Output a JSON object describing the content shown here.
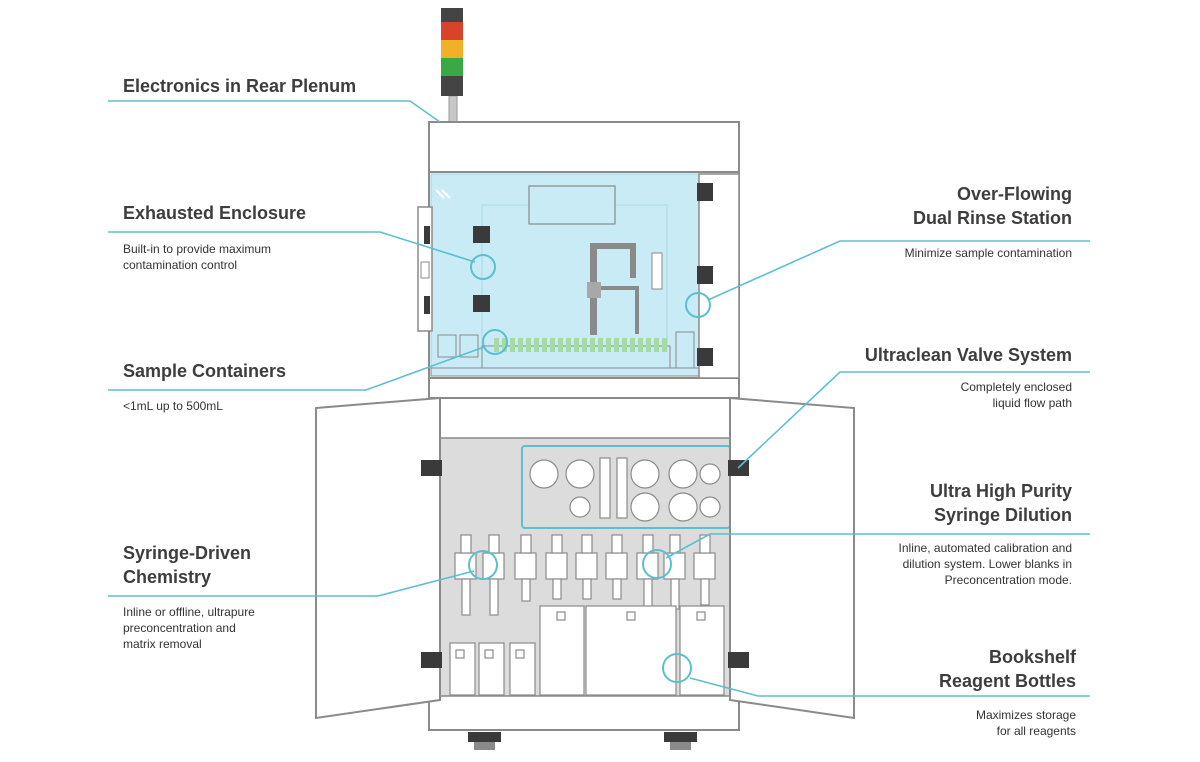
{
  "colors": {
    "accent": "#5bbfcf",
    "outline": "#8a8a8a",
    "panel_fill": "#dcdcdc",
    "enclosure_glass": "#c9ebf5",
    "dark_part": "#3a3a3a",
    "beacon_red": "#d9432b",
    "beacon_amber": "#f0b129",
    "beacon_green": "#3aa845",
    "text": "#3d3d3d"
  },
  "callouts": {
    "rear_plenum": {
      "title": "Electronics in Rear Plenum",
      "desc": ""
    },
    "exhausted_enclosure": {
      "title": "Exhausted Enclosure",
      "desc": "Built-in to provide maximum\ncontamination control"
    },
    "sample_containers": {
      "title": "Sample Containers",
      "desc": "<1mL up to 500mL"
    },
    "syringe_chemistry": {
      "title": "Syringe-Driven\nChemistry",
      "desc": "Inline or offline, ultrapure\npreconcentration and\nmatrix removal"
    },
    "rinse_station": {
      "title": "Over-Flowing\nDual Rinse Station",
      "desc": "Minimize sample contamination"
    },
    "valve_system": {
      "title": "Ultraclean Valve System",
      "desc": "Completely enclosed\nliquid flow path"
    },
    "syringe_dilution": {
      "title": "Ultra High Purity\nSyringe Dilution",
      "desc": "Inline, automated calibration and\ndilution system. Lower blanks in\nPreconcentration mode."
    },
    "reagent_bottles": {
      "title": "Bookshelf\nReagent Bottles",
      "desc": "Maximizes storage\nfor all reagents"
    }
  },
  "icons": {
    "beacon": "signal-tower-icon",
    "markers": "highlight-circle-icon"
  }
}
